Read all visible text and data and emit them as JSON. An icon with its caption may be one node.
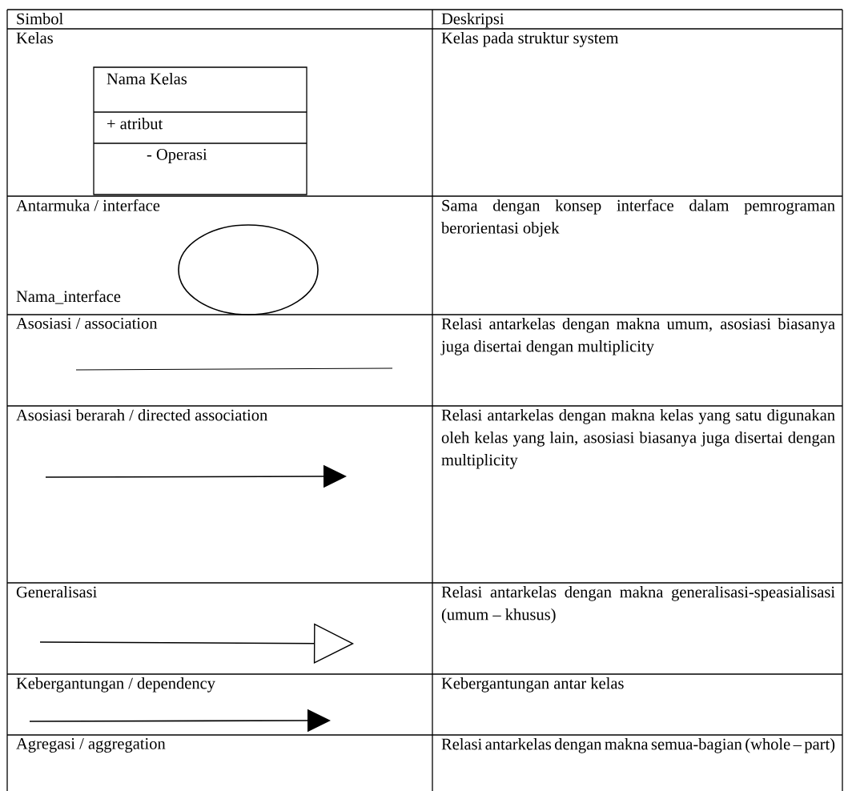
{
  "diagram": {
    "nodes": [
      {
        "text": [
          "Nama Kelas",
          "+ atribut",
          "- Operasi"
        ]
      },
      {
        "text": [],
        "shape": "ellipse",
        "beside": [
          "Nama_interface"
        ]
      }
    ],
    "labels": [
      "Simbol",
      "Deskripsi",
      "Kelas",
      "Kelas pada struktur system",
      "Antarmuka / interface",
      "Sama dengan konsep interface dalam pemrograman berorientasi objek",
      "Asosiasi / association",
      "Relasi antarkelas dengan makna umum, asosiasi biasanya juga disertai dengan multiplicity",
      "Asosiasi berarah / directed association",
      "Relasi antarkelas dengan makna kelas yang satu digunakan oleh kelas yang lain, asosiasi biasanya juga disertai dengan multiplicity",
      "Generalisasi",
      "Relasi antarkelas dengan makna generalisasi-speasialisasi (umum – khusus)",
      "Kebergantungan / dependency",
      "Kebergantungan antar kelas",
      "Agregasi / aggregation",
      "Relasi antarkelas dengan makna semua-bagian (whole – part)"
    ]
  }
}
